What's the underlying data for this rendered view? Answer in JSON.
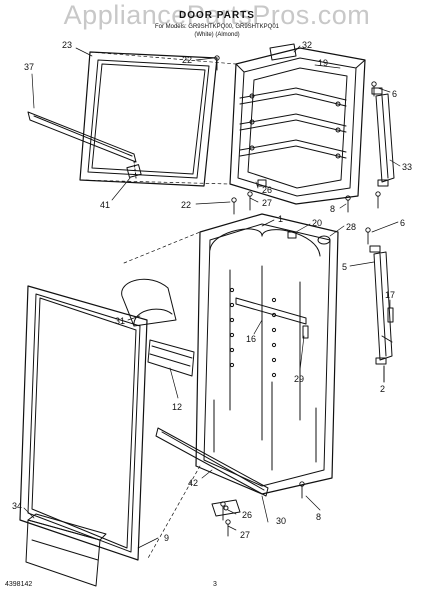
{
  "header": {
    "watermark": "AppliancePartsPros.com",
    "title": "DOOR PARTS",
    "subtitle": "For Models: GR9SHTKPQ00, GR9SHTKPQ01",
    "subtitle2": "(White)                (Almond)"
  },
  "callouts": {
    "p23": "23",
    "p22a": "22",
    "p32": "32",
    "p37": "37",
    "p19": "19",
    "p6a": "6",
    "p26a": "26",
    "p27a": "27",
    "p41": "41",
    "p22b": "22",
    "p8a": "8",
    "p33": "33",
    "p1": "1",
    "p20": "20",
    "p28": "28",
    "p6b": "6",
    "p5": "5",
    "p17": "17",
    "p31": "31",
    "p16": "16",
    "p29": "29",
    "p2": "2",
    "p12": "12",
    "p42": "42",
    "p34": "34",
    "p26b": "26",
    "p8b": "8",
    "p30": "30",
    "p9": "9",
    "p27b": "27"
  },
  "footer": {
    "doc_number": "4398142",
    "page": "3"
  },
  "colors": {
    "line": "#111111",
    "watermark": "#c8c8c8",
    "background": "#ffffff"
  }
}
